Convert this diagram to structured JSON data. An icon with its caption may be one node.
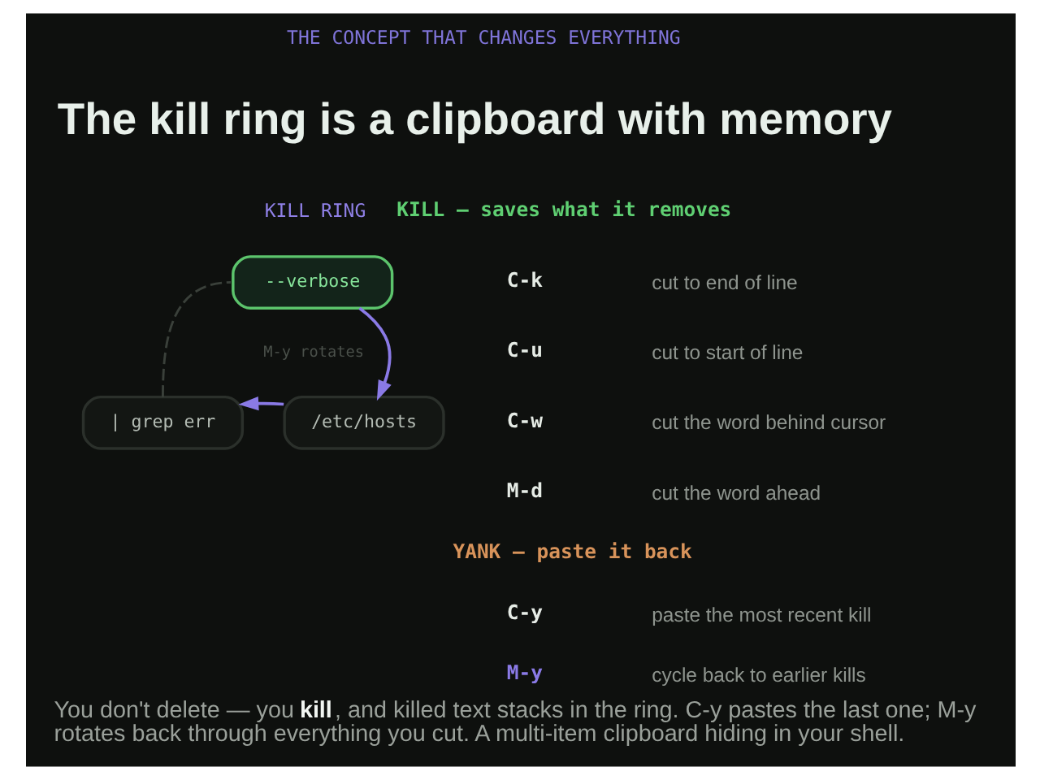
{
  "diagram": {
    "title": "The kill ring is a clipboard with memory",
    "caption": "You don't delete — you **kill**, and killed text stacks in the ring. C-y pastes the last one; M-y rotates back through everything you cut. A multi-item clipboard hiding in your shell.",
    "nodes": [
      {
        "text": [
          "--verbose"
        ]
      },
      {
        "text": [
          "/etc/hosts"
        ]
      },
      {
        "text": [
          "| grep err"
        ]
      }
    ],
    "edges": [
      {
        "from": 0,
        "to": 1,
        "arrow": "to"
      },
      {
        "from": 1,
        "to": 2,
        "arrow": "to"
      },
      {
        "from": 2,
        "to": 0,
        "arrow": "none",
        "style": "dashed",
        "color": "#3a403a"
      }
    ],
    "labels": [
      "THE CONCEPT THAT CHANGES EVERYTHING",
      "KILL RING",
      "M-y rotates",
      "KILL — saves what it removes",
      "C-k",
      "cut to end of line",
      "C-u",
      "cut to start of line",
      "C-w",
      "cut the word behind cursor",
      "M-d",
      "cut the word ahead",
      "YANK — paste it back",
      "C-y",
      "paste the most recent kill",
      "M-y",
      "cycle back to earlier kills"
    ]
  }
}
